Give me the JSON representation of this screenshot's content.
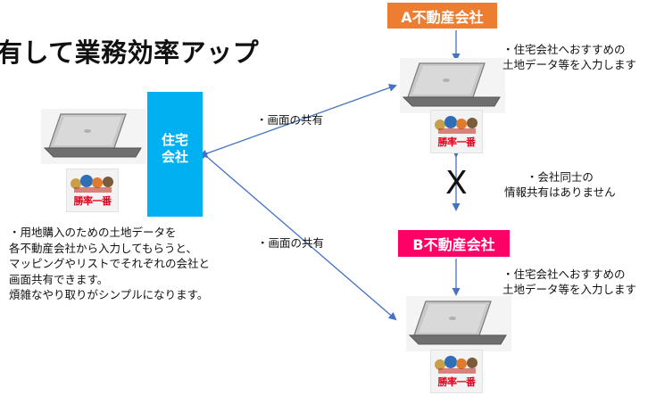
{
  "title": "有して業務効率アップ",
  "company_a": {
    "label": "A不動産会社",
    "color": "#ed7d31"
  },
  "company_b": {
    "label": "B不動産会社",
    "color": "#ff0066"
  },
  "housing_company": {
    "label_line1": "住宅",
    "label_line2": "会社",
    "color": "#00b0f0"
  },
  "share_label_top": "・画面の共有",
  "share_label_bottom": "・画面の共有",
  "a_note": {
    "line1": "・住宅会社へおすすめの",
    "line2": "土地データ等を入力します"
  },
  "b_note": {
    "line1": "・住宅会社へおすすめの",
    "line2": "土地データ等を入力します"
  },
  "no_share_note": {
    "line1": "・会社同士の",
    "line2": "情報共有はありません"
  },
  "no_share_mark": "X",
  "left_note": {
    "line1": "・用地購入のための土地データを",
    "line2": "各不動産会社から入力してもらうと、",
    "line3": "マッピングやリストでそれぞれの会社と",
    "line4": "画面共有できます。",
    "line5": "煩雑なやり取りがシンプルになります。"
  },
  "logo_text": "勝率一番",
  "icons": [
    "laptop-icon",
    "mascot-logo-icon"
  ],
  "arrow_color": "#4472c4"
}
